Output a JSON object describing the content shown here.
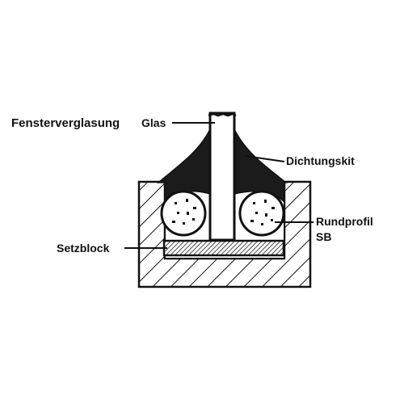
{
  "diagram": {
    "title": "Fensterverglasung",
    "labels": {
      "glas": "Glas",
      "dichtungskit": "Dichtungskit",
      "rundprofil": "Rundprofil",
      "rundprofil_line2": "SB",
      "setzblock": "Setzblock"
    },
    "colors": {
      "ink": "#111111",
      "background": "#ffffff",
      "sealant": "#1b1b1b"
    }
  }
}
